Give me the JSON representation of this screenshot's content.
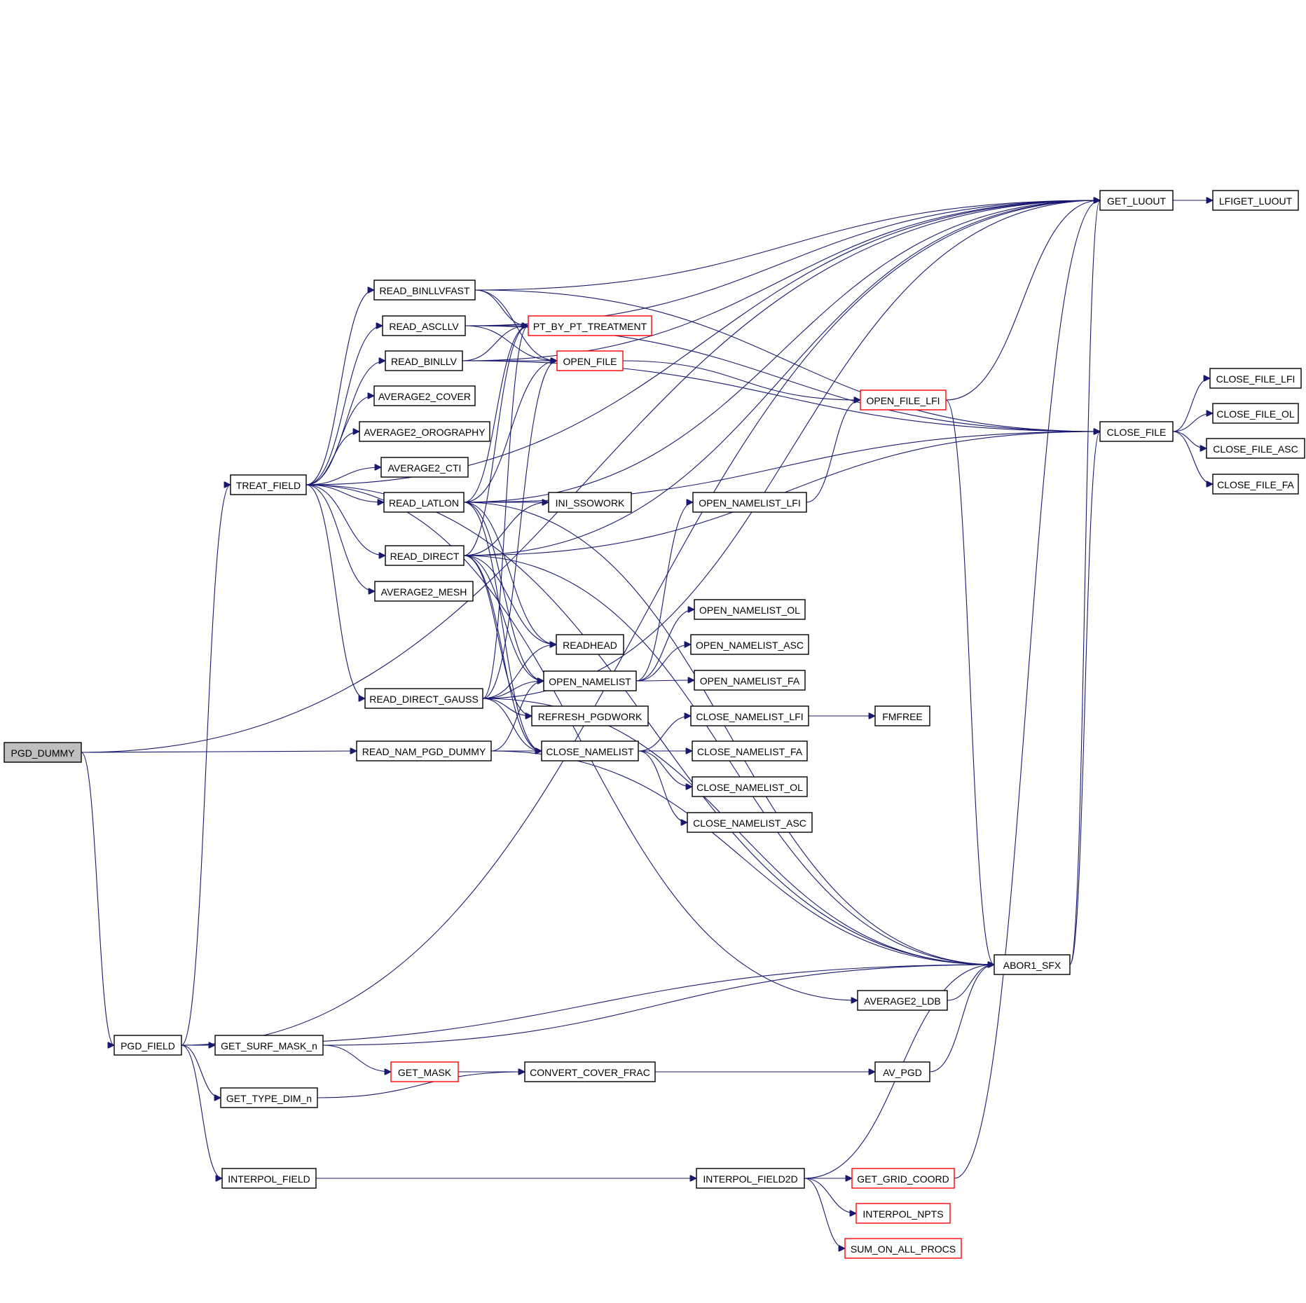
{
  "diagram": {
    "type": "call-graph",
    "root": "PGD_DUMMY",
    "colors": {
      "edge": "#191970",
      "root_fill": "#bfbfbf",
      "node_border": "#000000",
      "truncated_node_border": "#ff0000",
      "background": "#ffffff"
    },
    "nodes": [
      {
        "id": "PGD_DUMMY",
        "label": "PGD_DUMMY",
        "root": true
      },
      {
        "id": "TREAT_FIELD",
        "label": "TREAT_FIELD"
      },
      {
        "id": "PGD_FIELD",
        "label": "PGD_FIELD"
      },
      {
        "id": "READ_NAM_PGD_DUMMY",
        "label": "READ_NAM_PGD_DUMMY"
      },
      {
        "id": "GET_SURF_MASK_n",
        "label": "GET_SURF_MASK_n"
      },
      {
        "id": "GET_TYPE_DIM_n",
        "label": "GET_TYPE_DIM_n"
      },
      {
        "id": "INTERPOL_FIELD",
        "label": "INTERPOL_FIELD"
      },
      {
        "id": "READ_BINLLVFAST",
        "label": "READ_BINLLVFAST"
      },
      {
        "id": "READ_ASCLLV",
        "label": "READ_ASCLLV"
      },
      {
        "id": "READ_BINLLV",
        "label": "READ_BINLLV"
      },
      {
        "id": "AVERAGE2_COVER",
        "label": "AVERAGE2_COVER"
      },
      {
        "id": "AVERAGE2_OROGRAPHY",
        "label": "AVERAGE2_OROGRAPHY"
      },
      {
        "id": "AVERAGE2_CTI",
        "label": "AVERAGE2_CTI"
      },
      {
        "id": "READ_LATLON",
        "label": "READ_LATLON"
      },
      {
        "id": "READ_DIRECT",
        "label": "READ_DIRECT"
      },
      {
        "id": "AVERAGE2_MESH",
        "label": "AVERAGE2_MESH"
      },
      {
        "id": "READ_DIRECT_GAUSS",
        "label": "READ_DIRECT_GAUSS"
      },
      {
        "id": "GET_MASK",
        "label": "GET_MASK",
        "truncated": true
      },
      {
        "id": "PT_BY_PT_TREATMENT",
        "label": "PT_BY_PT_TREATMENT",
        "truncated": true
      },
      {
        "id": "OPEN_FILE",
        "label": "OPEN_FILE",
        "truncated": true
      },
      {
        "id": "INI_SSOWORK",
        "label": "INI_SSOWORK"
      },
      {
        "id": "READHEAD",
        "label": "READHEAD"
      },
      {
        "id": "OPEN_NAMELIST",
        "label": "OPEN_NAMELIST"
      },
      {
        "id": "REFRESH_PGDWORK",
        "label": "REFRESH_PGDWORK"
      },
      {
        "id": "CLOSE_NAMELIST",
        "label": "CLOSE_NAMELIST"
      },
      {
        "id": "CONVERT_COVER_FRAC",
        "label": "CONVERT_COVER_FRAC"
      },
      {
        "id": "OPEN_NAMELIST_LFI",
        "label": "OPEN_NAMELIST_LFI"
      },
      {
        "id": "OPEN_NAMELIST_OL",
        "label": "OPEN_NAMELIST_OL"
      },
      {
        "id": "OPEN_NAMELIST_ASC",
        "label": "OPEN_NAMELIST_ASC"
      },
      {
        "id": "OPEN_NAMELIST_FA",
        "label": "OPEN_NAMELIST_FA"
      },
      {
        "id": "CLOSE_NAMELIST_LFI",
        "label": "CLOSE_NAMELIST_LFI"
      },
      {
        "id": "CLOSE_NAMELIST_FA",
        "label": "CLOSE_NAMELIST_FA"
      },
      {
        "id": "CLOSE_NAMELIST_OL",
        "label": "CLOSE_NAMELIST_OL"
      },
      {
        "id": "CLOSE_NAMELIST_ASC",
        "label": "CLOSE_NAMELIST_ASC"
      },
      {
        "id": "INTERPOL_FIELD2D",
        "label": "INTERPOL_FIELD2D"
      },
      {
        "id": "OPEN_FILE_LFI",
        "label": "OPEN_FILE_LFI",
        "truncated": true
      },
      {
        "id": "FMFREE",
        "label": "FMFREE"
      },
      {
        "id": "AVERAGE2_LDB",
        "label": "AVERAGE2_LDB"
      },
      {
        "id": "AV_PGD",
        "label": "AV_PGD"
      },
      {
        "id": "GET_GRID_COORD",
        "label": "GET_GRID_COORD",
        "truncated": true
      },
      {
        "id": "INTERPOL_NPTS",
        "label": "INTERPOL_NPTS",
        "truncated": true
      },
      {
        "id": "SUM_ON_ALL_PROCS",
        "label": "SUM_ON_ALL_PROCS",
        "truncated": true
      },
      {
        "id": "ABOR1_SFX",
        "label": "ABOR1_SFX"
      },
      {
        "id": "GET_LUOUT",
        "label": "GET_LUOUT"
      },
      {
        "id": "CLOSE_FILE",
        "label": "CLOSE_FILE"
      },
      {
        "id": "LFIGET_LUOUT",
        "label": "LFIGET_LUOUT"
      },
      {
        "id": "CLOSE_FILE_LFI",
        "label": "CLOSE_FILE_LFI"
      },
      {
        "id": "CLOSE_FILE_OL",
        "label": "CLOSE_FILE_OL"
      },
      {
        "id": "CLOSE_FILE_ASC",
        "label": "CLOSE_FILE_ASC"
      },
      {
        "id": "CLOSE_FILE_FA",
        "label": "CLOSE_FILE_FA"
      }
    ],
    "edges": [
      [
        "PGD_DUMMY",
        "READ_NAM_PGD_DUMMY"
      ],
      [
        "PGD_DUMMY",
        "PGD_FIELD"
      ],
      [
        "PGD_DUMMY",
        "GET_LUOUT"
      ],
      [
        "PGD_FIELD",
        "TREAT_FIELD"
      ],
      [
        "PGD_FIELD",
        "GET_SURF_MASK_n"
      ],
      [
        "PGD_FIELD",
        "GET_TYPE_DIM_n"
      ],
      [
        "PGD_FIELD",
        "INTERPOL_FIELD"
      ],
      [
        "PGD_FIELD",
        "ABOR1_SFX"
      ],
      [
        "PGD_FIELD",
        "GET_LUOUT"
      ],
      [
        "TREAT_FIELD",
        "READ_BINLLVFAST"
      ],
      [
        "TREAT_FIELD",
        "READ_ASCLLV"
      ],
      [
        "TREAT_FIELD",
        "READ_BINLLV"
      ],
      [
        "TREAT_FIELD",
        "AVERAGE2_COVER"
      ],
      [
        "TREAT_FIELD",
        "AVERAGE2_OROGRAPHY"
      ],
      [
        "TREAT_FIELD",
        "AVERAGE2_CTI"
      ],
      [
        "TREAT_FIELD",
        "READ_LATLON"
      ],
      [
        "TREAT_FIELD",
        "READ_DIRECT"
      ],
      [
        "TREAT_FIELD",
        "AVERAGE2_MESH"
      ],
      [
        "TREAT_FIELD",
        "READ_DIRECT_GAUSS"
      ],
      [
        "TREAT_FIELD",
        "AVERAGE2_LDB"
      ],
      [
        "TREAT_FIELD",
        "ABOR1_SFX"
      ],
      [
        "TREAT_FIELD",
        "GET_LUOUT"
      ],
      [
        "READ_BINLLVFAST",
        "PT_BY_PT_TREATMENT"
      ],
      [
        "READ_BINLLVFAST",
        "OPEN_FILE"
      ],
      [
        "READ_BINLLVFAST",
        "CLOSE_FILE"
      ],
      [
        "READ_BINLLVFAST",
        "GET_LUOUT"
      ],
      [
        "READ_ASCLLV",
        "PT_BY_PT_TREATMENT"
      ],
      [
        "READ_ASCLLV",
        "OPEN_FILE"
      ],
      [
        "READ_ASCLLV",
        "CLOSE_FILE"
      ],
      [
        "READ_ASCLLV",
        "GET_LUOUT"
      ],
      [
        "READ_BINLLV",
        "PT_BY_PT_TREATMENT"
      ],
      [
        "READ_BINLLV",
        "OPEN_FILE"
      ],
      [
        "READ_BINLLV",
        "CLOSE_FILE"
      ],
      [
        "READ_BINLLV",
        "GET_LUOUT"
      ],
      [
        "READ_LATLON",
        "INI_SSOWORK"
      ],
      [
        "READ_LATLON",
        "PT_BY_PT_TREATMENT"
      ],
      [
        "READ_LATLON",
        "OPEN_FILE"
      ],
      [
        "READ_LATLON",
        "READHEAD"
      ],
      [
        "READ_LATLON",
        "OPEN_NAMELIST"
      ],
      [
        "READ_LATLON",
        "CLOSE_NAMELIST"
      ],
      [
        "READ_LATLON",
        "CLOSE_FILE"
      ],
      [
        "READ_LATLON",
        "ABOR1_SFX"
      ],
      [
        "READ_LATLON",
        "GET_LUOUT"
      ],
      [
        "READ_DIRECT",
        "INI_SSOWORK"
      ],
      [
        "READ_DIRECT",
        "PT_BY_PT_TREATMENT"
      ],
      [
        "READ_DIRECT",
        "READHEAD"
      ],
      [
        "READ_DIRECT",
        "OPEN_NAMELIST"
      ],
      [
        "READ_DIRECT",
        "REFRESH_PGDWORK"
      ],
      [
        "READ_DIRECT",
        "CLOSE_NAMELIST"
      ],
      [
        "READ_DIRECT",
        "CLOSE_FILE"
      ],
      [
        "READ_DIRECT",
        "ABOR1_SFX"
      ],
      [
        "READ_DIRECT",
        "GET_LUOUT"
      ],
      [
        "READ_DIRECT_GAUSS",
        "PT_BY_PT_TREATMENT"
      ],
      [
        "READ_DIRECT_GAUSS",
        "OPEN_FILE"
      ],
      [
        "READ_DIRECT_GAUSS",
        "READHEAD"
      ],
      [
        "READ_DIRECT_GAUSS",
        "OPEN_NAMELIST"
      ],
      [
        "READ_DIRECT_GAUSS",
        "REFRESH_PGDWORK"
      ],
      [
        "READ_DIRECT_GAUSS",
        "CLOSE_NAMELIST"
      ],
      [
        "READ_DIRECT_GAUSS",
        "ABOR1_SFX"
      ],
      [
        "READ_DIRECT_GAUSS",
        "GET_LUOUT"
      ],
      [
        "READ_NAM_PGD_DUMMY",
        "OPEN_NAMELIST"
      ],
      [
        "READ_NAM_PGD_DUMMY",
        "CLOSE_NAMELIST"
      ],
      [
        "READ_NAM_PGD_DUMMY",
        "ABOR1_SFX"
      ],
      [
        "OPEN_FILE",
        "OPEN_FILE_LFI"
      ],
      [
        "OPEN_FILE_LFI",
        "GET_LUOUT"
      ],
      [
        "OPEN_FILE_LFI",
        "ABOR1_SFX"
      ],
      [
        "OPEN_NAMELIST",
        "OPEN_NAMELIST_LFI"
      ],
      [
        "OPEN_NAMELIST",
        "OPEN_NAMELIST_OL"
      ],
      [
        "OPEN_NAMELIST",
        "OPEN_NAMELIST_ASC"
      ],
      [
        "OPEN_NAMELIST",
        "OPEN_NAMELIST_FA"
      ],
      [
        "OPEN_NAMELIST_LFI",
        "OPEN_FILE_LFI"
      ],
      [
        "CLOSE_NAMELIST",
        "CLOSE_NAMELIST_LFI"
      ],
      [
        "CLOSE_NAMELIST",
        "CLOSE_NAMELIST_FA"
      ],
      [
        "CLOSE_NAMELIST",
        "CLOSE_NAMELIST_OL"
      ],
      [
        "CLOSE_NAMELIST",
        "CLOSE_NAMELIST_ASC"
      ],
      [
        "CLOSE_NAMELIST_LFI",
        "FMFREE"
      ],
      [
        "GET_SURF_MASK_n",
        "GET_MASK"
      ],
      [
        "GET_SURF_MASK_n",
        "ABOR1_SFX"
      ],
      [
        "GET_MASK",
        "CONVERT_COVER_FRAC"
      ],
      [
        "GET_TYPE_DIM_n",
        "CONVERT_COVER_FRAC"
      ],
      [
        "CONVERT_COVER_FRAC",
        "AV_PGD"
      ],
      [
        "AV_PGD",
        "ABOR1_SFX"
      ],
      [
        "AVERAGE2_LDB",
        "ABOR1_SFX"
      ],
      [
        "INTERPOL_FIELD",
        "INTERPOL_FIELD2D"
      ],
      [
        "INTERPOL_FIELD2D",
        "GET_GRID_COORD"
      ],
      [
        "INTERPOL_FIELD2D",
        "INTERPOL_NPTS"
      ],
      [
        "INTERPOL_FIELD2D",
        "SUM_ON_ALL_PROCS"
      ],
      [
        "INTERPOL_FIELD2D",
        "ABOR1_SFX"
      ],
      [
        "GET_GRID_COORD",
        "GET_LUOUT"
      ],
      [
        "ABOR1_SFX",
        "GET_LUOUT"
      ],
      [
        "ABOR1_SFX",
        "CLOSE_FILE"
      ],
      [
        "GET_LUOUT",
        "LFIGET_LUOUT"
      ],
      [
        "CLOSE_FILE",
        "CLOSE_FILE_LFI"
      ],
      [
        "CLOSE_FILE",
        "CLOSE_FILE_OL"
      ],
      [
        "CLOSE_FILE",
        "CLOSE_FILE_ASC"
      ],
      [
        "CLOSE_FILE",
        "CLOSE_FILE_FA"
      ]
    ]
  }
}
